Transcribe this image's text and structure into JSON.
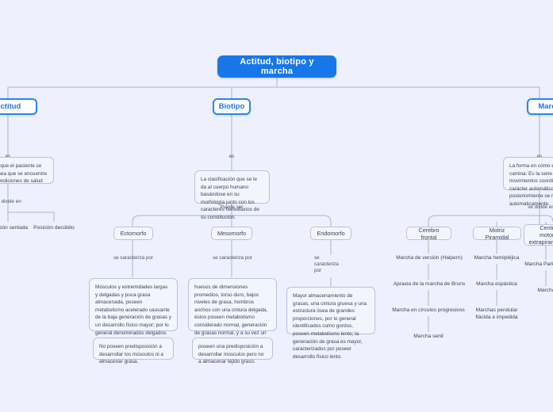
{
  "theme": {
    "background": "#eef1fd",
    "root_fill": "#1877e8",
    "root_text": "#ffffff",
    "branch_border": "#2b86ef",
    "branch_text": "#1877e8",
    "node_fill": "#f3f5fd",
    "node_border": "#b9c2da",
    "node_text": "#3c4353",
    "link_color": "#a9b2c8"
  },
  "root": {
    "label": "Actitud, biotipo y marcha"
  },
  "branches": {
    "actitud": {
      "label": "Actitud",
      "edge_label": "es",
      "definition": "Postura en la que el paciente se mantiene ya sea que se encuentre sano o con condiciones de salud particulares.",
      "split_label": "se divide en",
      "children": [
        {
          "label": "Posición sentada"
        },
        {
          "label": "Posición decúbito"
        }
      ]
    },
    "biotipo": {
      "label": "Biotipo",
      "edge_label": "es",
      "definition": "La clasificación que se le da al cuerpo humano basándose en su morfología junto con los caracteres hereditarios de su constitución.",
      "split_label": "Puede ser",
      "children": [
        {
          "label": "Ectomorfo",
          "edge_label": "se caracteriza por",
          "description": "Músculos y extremidades largas y delgadas y poca grasa almacenada, poseen metabolismo acelerado causante de la baja generación de grasas y un desarrollo físico mayor; por lo general denominados delgados.",
          "note": "No poseen predisposición a desarrollar los músculos ni a almacenar grasa."
        },
        {
          "label": "Mesomorfo",
          "edge_label": "se caracteriza por",
          "description": "huesos de dimensiones promedios, torso duro, bajos niveles de grasa, hombros anchos con una cintura delgada, éstos poseen metabolismo considerado normal, generación de grasas normal, y a su vez un desarrollo físico normal; músculos definidos.",
          "note": "poseen una predisposición a desarrollar músculos pero no a almacenar tejido graso."
        },
        {
          "label": "Endomorfo",
          "edge_label": "se\ncaracteriza\npor",
          "description": "Mayor almacenamiento de grasas, una cintura gruesa y una estructura ósea de grandes proporciones, por lo general identificados como gordos, poseen metabolismo lento; la generación de grasa es mayor, caracterizados por poseer desarrollo físico lento.",
          "note": ""
        }
      ]
    },
    "marcha": {
      "label": "Marcha",
      "edge_label": "es",
      "definition": "La forma en cómo el ser humano camina. Es la serie de movimientos coordinados de carácter automático que posteriormente se realizan automaticamente.",
      "split_label": "se divide en",
      "children": [
        {
          "label": "Cerebro frontal",
          "items": [
            "Marcha de versión (Halpern)",
            "Apraxia de la marcha de Bruns",
            "Marcha en círculos progresivos",
            "Marcha senil"
          ]
        },
        {
          "label": "Motriz Piramidal",
          "items": [
            "Marcha hemipléjica",
            "Marcha espástica",
            "Marchas pendular\nflácida e impedida"
          ]
        },
        {
          "label": "Centros motores\nextrapiramidales",
          "items": [
            "Marcha Parkinsoniana",
            "Marcha coreica"
          ]
        }
      ]
    }
  }
}
